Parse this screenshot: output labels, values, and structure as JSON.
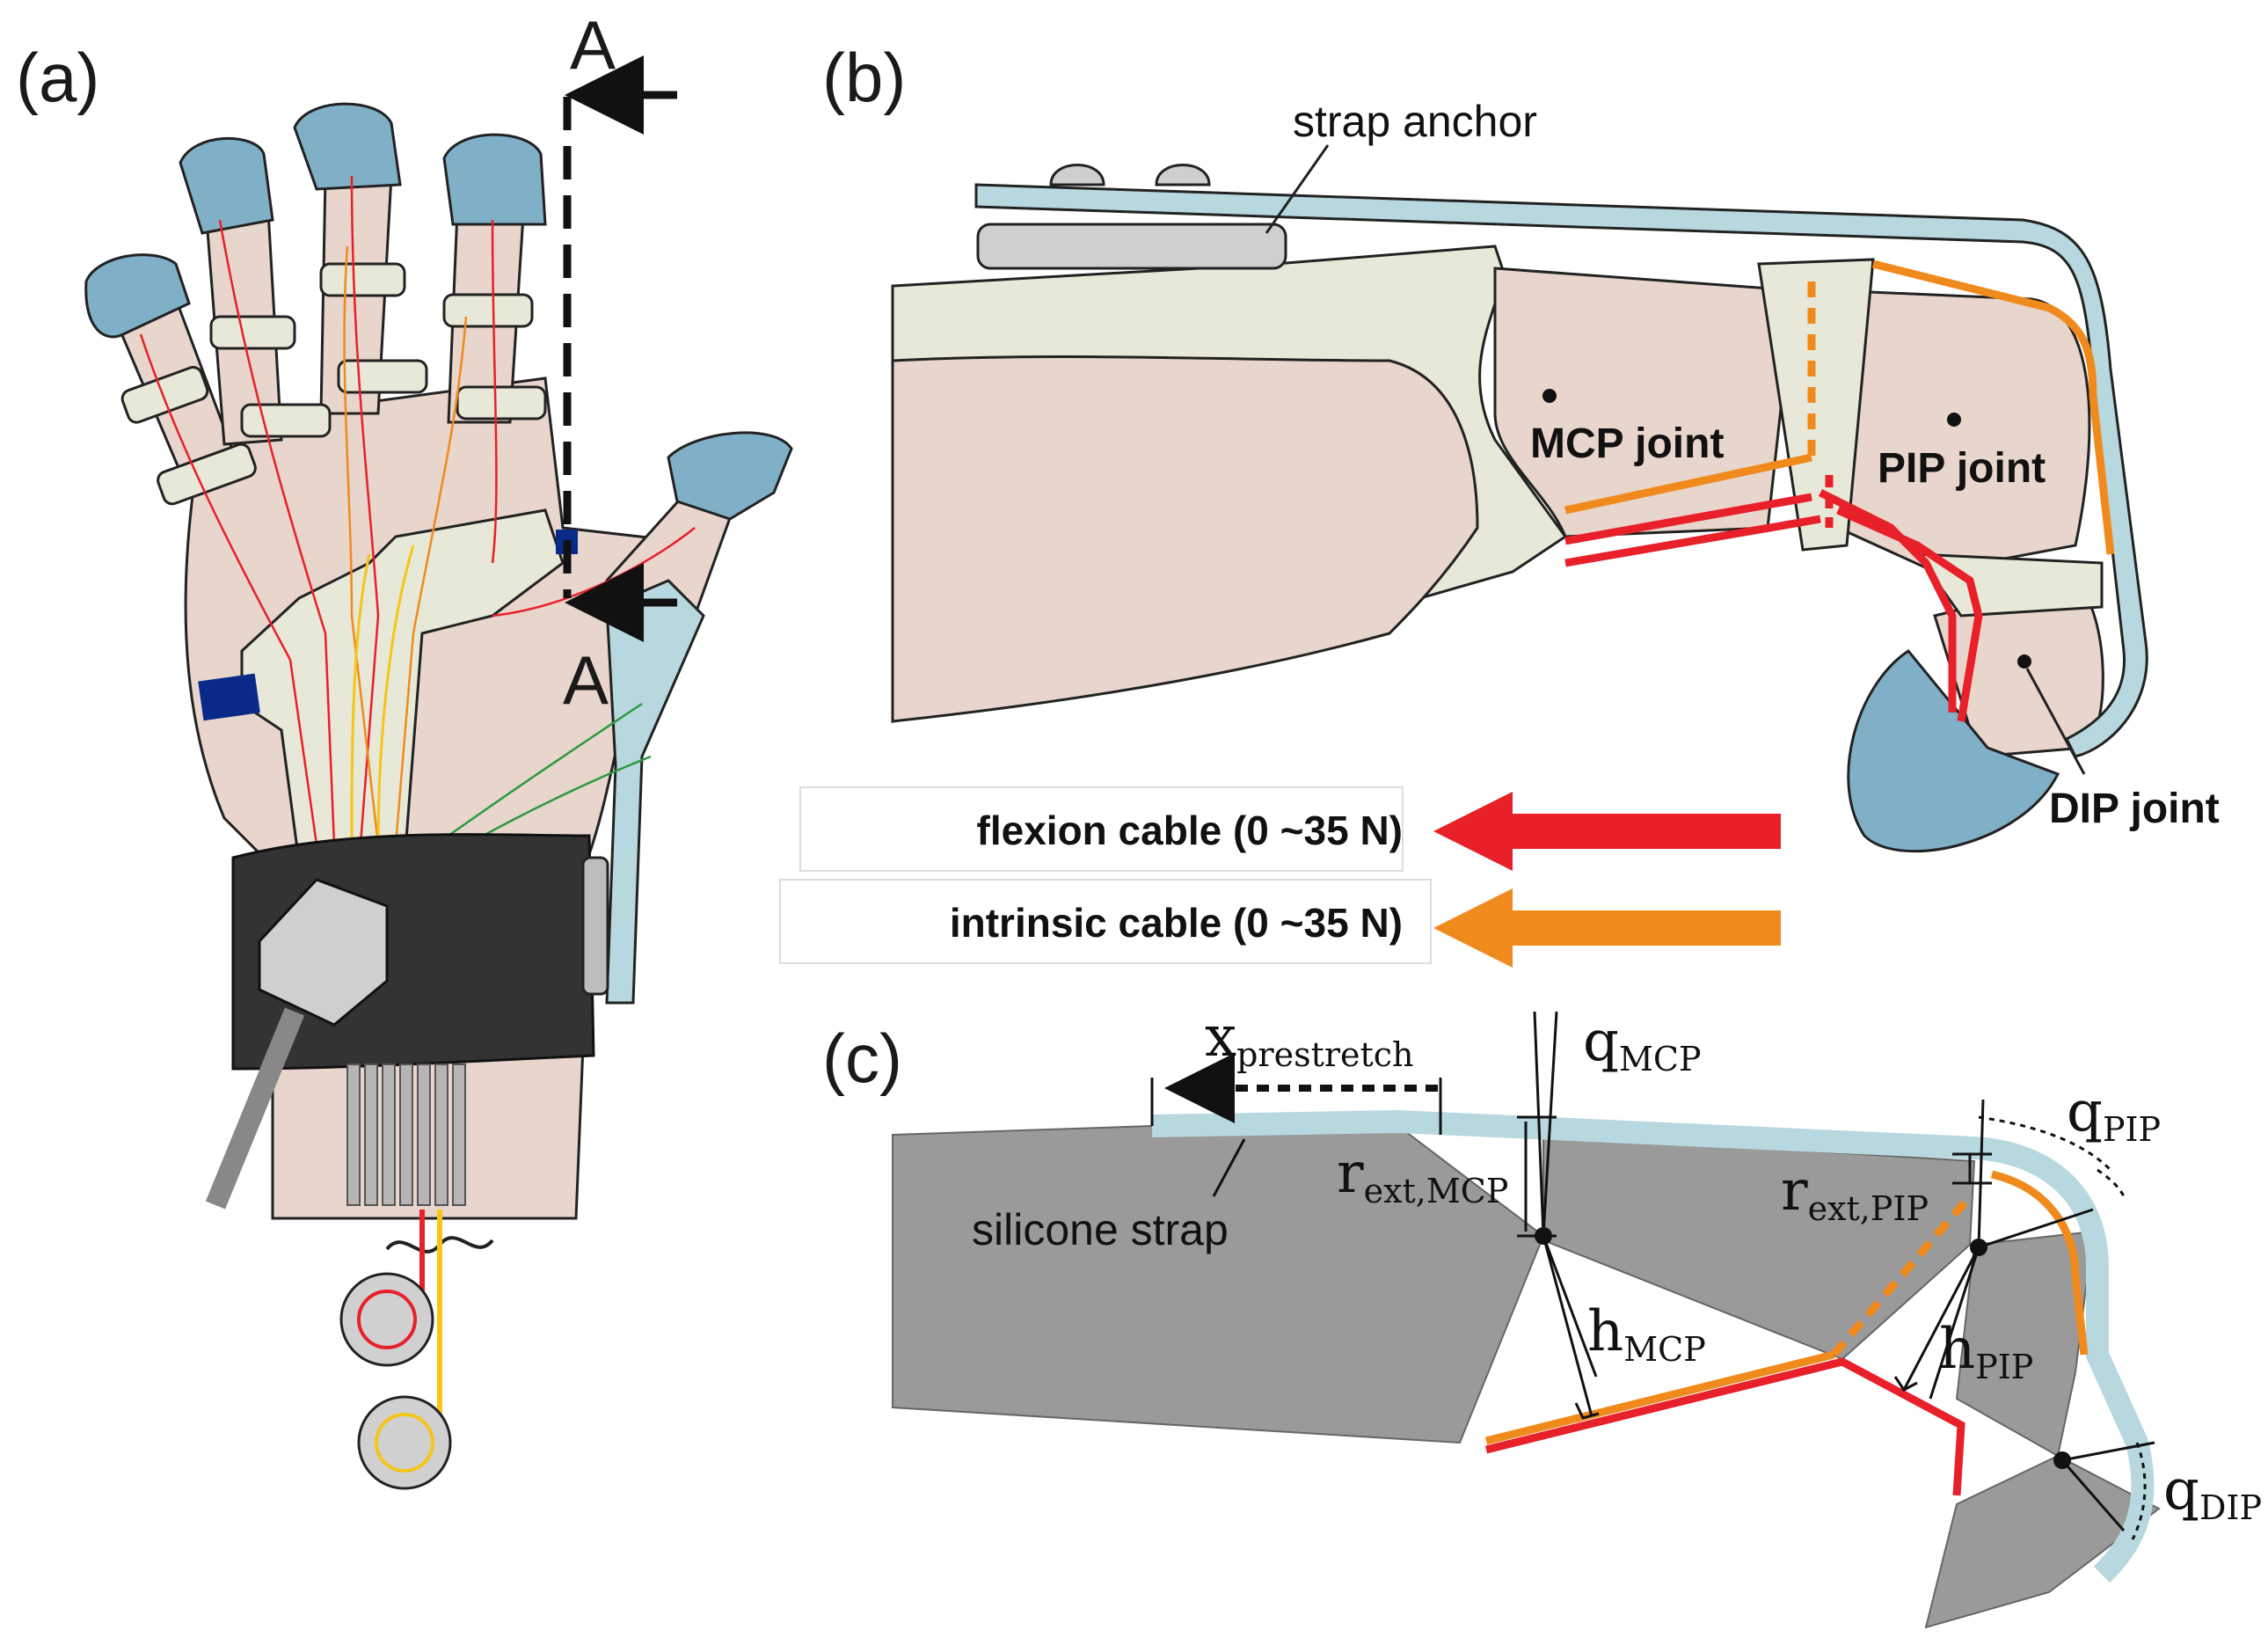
{
  "panels": {
    "a": {
      "label": "(a)",
      "section_label_top": "A",
      "section_label_bottom": "A"
    },
    "b": {
      "label": "(b)",
      "strap_anchor": "strap anchor",
      "mcp_joint": "MCP joint",
      "pip_joint": "PIP joint",
      "dip_joint": "DIP joint"
    },
    "c": {
      "label": "(c)",
      "silicone_strap": "silicone strap",
      "x_prestretch": {
        "main": "x",
        "sub": "prestretch"
      },
      "q_mcp": {
        "main": "q",
        "sub": "MCP"
      },
      "q_pip": {
        "main": "q",
        "sub": "PIP"
      },
      "q_dip": {
        "main": "q",
        "sub": "DIP"
      },
      "r_ext_mcp": {
        "main": "r",
        "sub": "ext,MCP"
      },
      "r_ext_pip": {
        "main": "r",
        "sub": "ext,PIP"
      },
      "h_mcp": {
        "main": "h",
        "sub": "MCP"
      },
      "h_pip": {
        "main": "h",
        "sub": "PIP"
      }
    }
  },
  "legend": {
    "flexion": {
      "label": "flexion cable (0 ~35 N)",
      "color": "#e8202a"
    },
    "intrinsic": {
      "label": "intrinsic cable (0 ~35 N)",
      "color": "#f08a1c"
    }
  },
  "colors": {
    "skin": "#e8d5cc",
    "glove": "#e8e8d8",
    "fingertip": "#7fb0c8",
    "strap": "#b8d8e0",
    "bone_grey": "#9a9a9a",
    "band": "#333333",
    "marker": "#0a2a8a",
    "flexion": "#e8202a",
    "intrinsic": "#f08a1c",
    "yellow_cable": "#f5c518",
    "green_cable": "#2a9a3a"
  }
}
